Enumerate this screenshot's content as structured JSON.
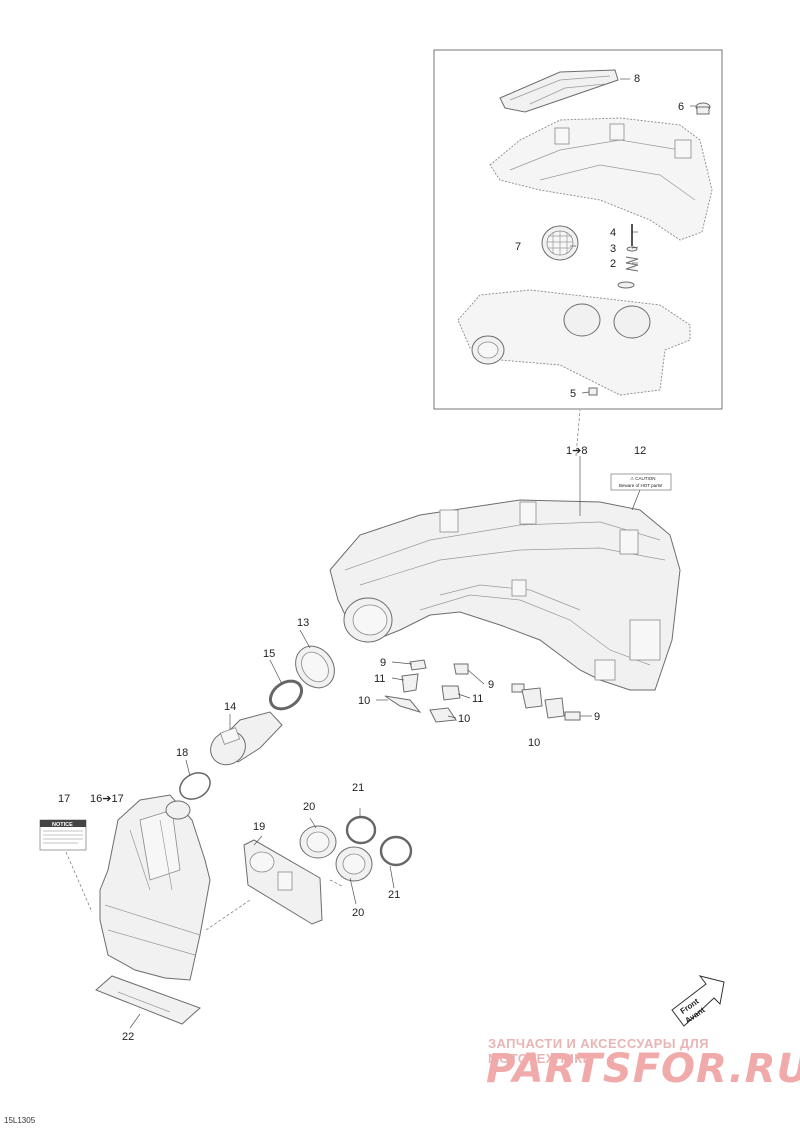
{
  "callouts": {
    "c1to8_upper": "8",
    "c6": "6",
    "c4": "4",
    "c3": "3",
    "c2": "2",
    "c7": "7",
    "c5": "5",
    "c1to8": "1➔8",
    "c12": "12",
    "c13": "13",
    "c15": "15",
    "c9a": "9",
    "c11a": "11",
    "c10a": "10",
    "c9b": "9",
    "c11b": "11",
    "c10b": "10",
    "c9c": "9",
    "c10c": "10",
    "c14": "14",
    "c18": "18",
    "c17": "17",
    "c16to17": "16➔17",
    "c20a": "20",
    "c21a": "21",
    "c19": "19",
    "c20b": "20",
    "c21b": "21",
    "c22": "22"
  },
  "labels": {
    "caution_title": "⚠ CAUTION",
    "caution_text": "Beware of HOT parts!",
    "notice_title": "NOTICE",
    "front": "Front",
    "avant": "Avant"
  },
  "reference_code": "15L1305",
  "watermark": {
    "top_line": "ЗАПЧАСТИ И АКСЕССУАРЫ ДЛЯ МОТОТЕХНИКИ",
    "brand": "PARTSFOR.RU"
  },
  "colors": {
    "line": "#6d6d6d",
    "watermark": "#f0aaaa"
  }
}
